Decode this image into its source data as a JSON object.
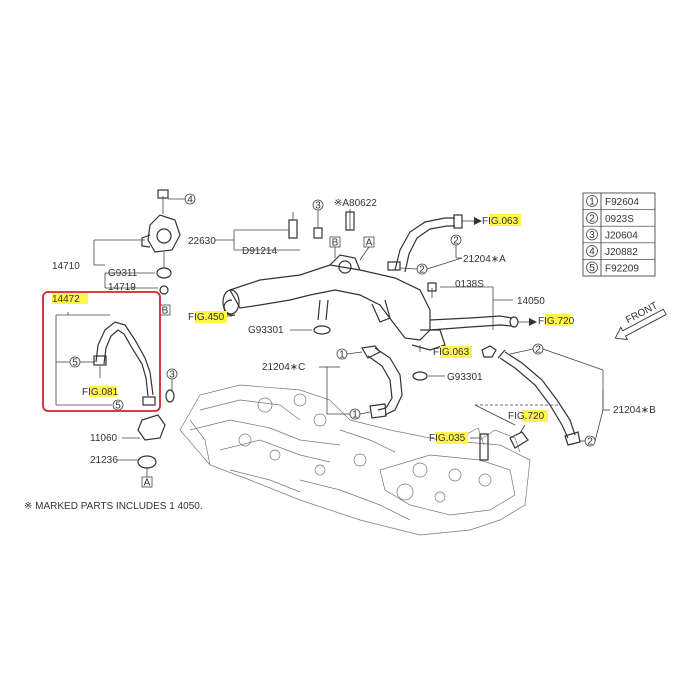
{
  "legend": [
    {
      "num": "1",
      "code": "F92604"
    },
    {
      "num": "2",
      "code": "0923S"
    },
    {
      "num": "3",
      "code": "J20604"
    },
    {
      "num": "4",
      "code": "J20882"
    },
    {
      "num": "5",
      "code": "F92209"
    }
  ],
  "parts": {
    "p22630": "22630",
    "pD91214": "D91214",
    "pA80622": "※A80622",
    "pB": "B",
    "pA": "A",
    "p14710": "14710",
    "pG9311": "G9311",
    "p14719": "14719",
    "p14472": "14472",
    "p11060": "11060",
    "p21236": "21236",
    "p21204A": "21204∗A",
    "p0138S": "0138S",
    "p14050": "14050",
    "pG93301a": "G93301",
    "p21204C": "21204∗C",
    "pG93301b": "G93301",
    "p21204B": "21204∗B"
  },
  "fig_refs": {
    "fig063a": "FIG.063",
    "fig450": "FIG.450",
    "fig720a": "FIG.720",
    "fig081": "FIG.081",
    "fig063b": "FIG.063",
    "fig720b": "FIG.720",
    "fig035": "FIG.035"
  },
  "front_label": "FRONT",
  "footnote": "※ MARKED PARTS INCLUDES 1 4050.",
  "colors": {
    "highlight": "#fff34d",
    "frame": "#d0262e",
    "ink": "#333333"
  }
}
